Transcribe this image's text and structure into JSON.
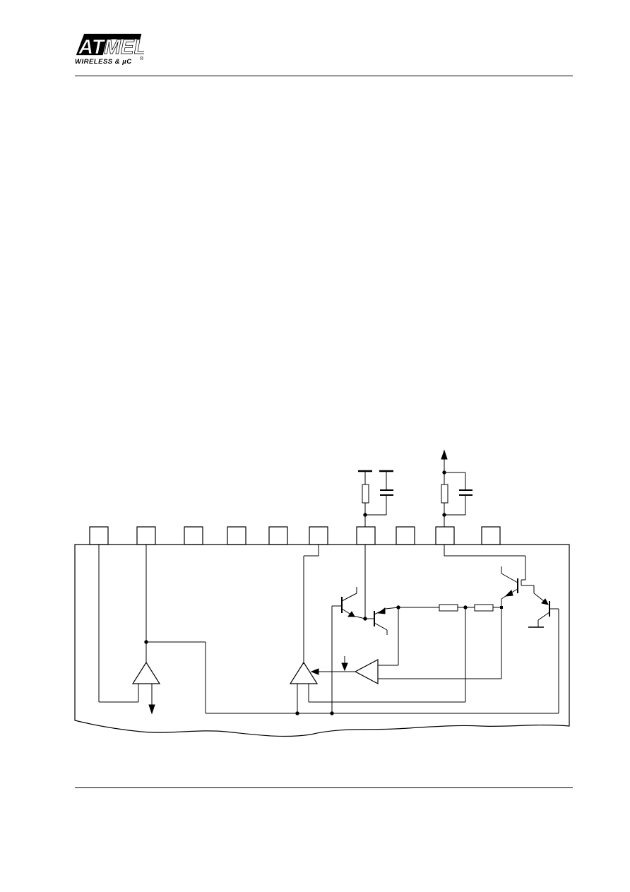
{
  "header": {
    "logo_text": "ATMEL",
    "logo_tagline": "WIRELESS & µC",
    "logo_registered": "®"
  },
  "diagram": {
    "pin_count": 10,
    "stroke_color": "#000000"
  }
}
